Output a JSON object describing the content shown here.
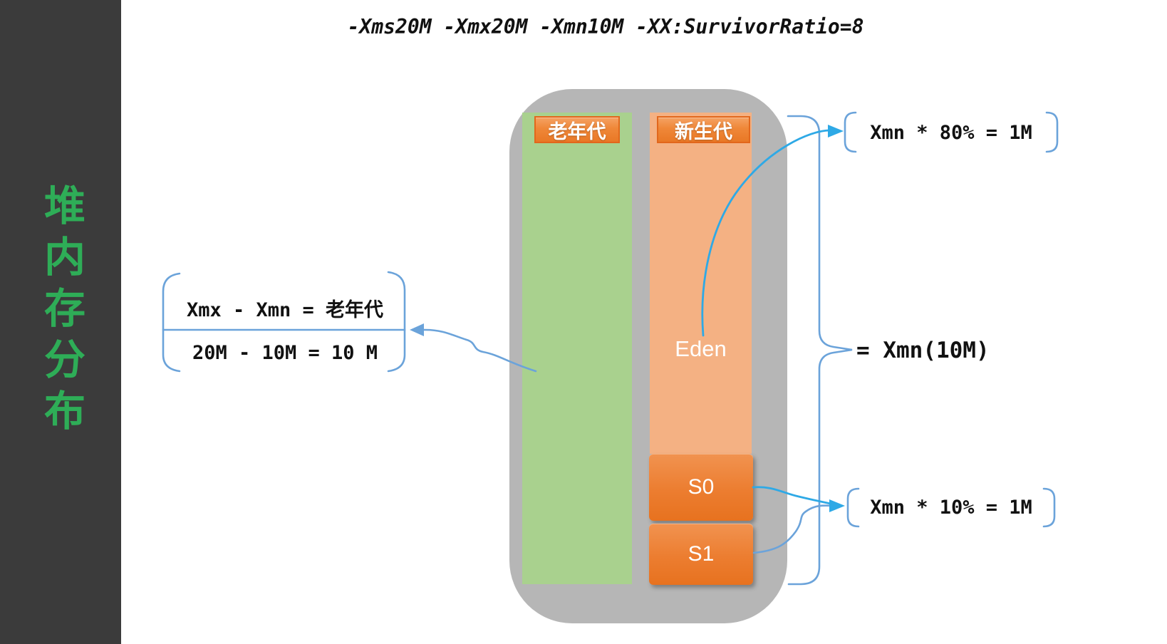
{
  "title": "-Xms20M -Xmx20M -Xmn10M -XX:SurvivorRatio=8",
  "sidebar": {
    "label": "堆内存分布"
  },
  "heap": {
    "old_gen_label": "老年代",
    "new_gen_label": "新生代",
    "eden_label": "Eden",
    "s0_label": "S0",
    "s1_label": "S1"
  },
  "annotations": {
    "old_gen_formula_line1": "Xmx - Xmn = 老年代",
    "old_gen_formula_line2": "20M - 10M = 10 M",
    "eden_size": "Xmn * 80% = 1M",
    "xmn_total": "= Xmn(10M)",
    "survivor_size": "Xmn * 10% = 1M"
  },
  "colors": {
    "sidebar_bg": "#3b3b3b",
    "sidebar_text": "#2ead57",
    "heap_container": "#b6b6b6",
    "old_gen_fill": "#a9d18e",
    "eden_fill": "#f4b183",
    "orange_accent": "#ed7d31",
    "connector_steel_blue": "#6ba3da",
    "connector_bright_blue": "#2ea9e6",
    "text": "#111111"
  }
}
